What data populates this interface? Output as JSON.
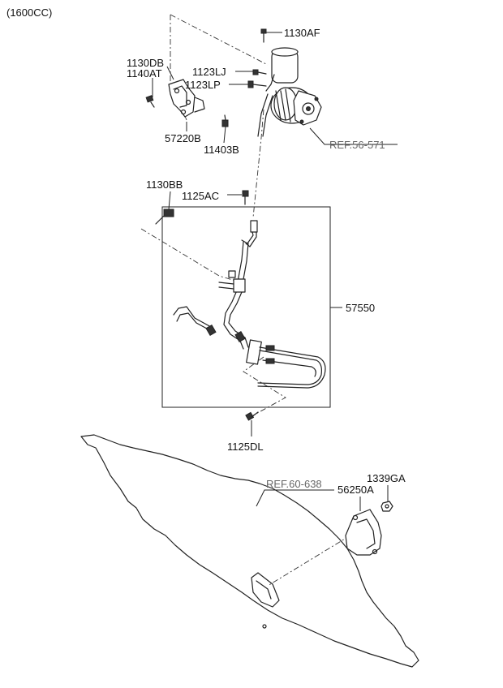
{
  "header": {
    "engine_label": "(1600CC)"
  },
  "labels": {
    "p1130AF": "1130AF",
    "p1130DB": "1130DB",
    "p1140AT": "1140AT",
    "p1123LJ": "1123LJ",
    "p1123LP": "1123LP",
    "p57220B": "57220B",
    "p11403B": "11403B",
    "ref56": "REF.56-571",
    "p1130BB": "1130BB",
    "p1125AC": "1125AC",
    "p57550": "57550",
    "p1125DL": "1125DL",
    "p1339GA": "1339GA",
    "p56250A": "56250A",
    "ref60": "REF.60-638"
  }
}
